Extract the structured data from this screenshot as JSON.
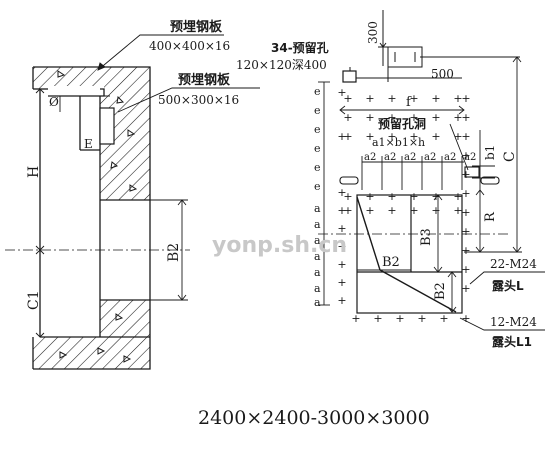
{
  "section": {
    "plate_top_name": "预埋钢板",
    "plate_top_size": "400×400×16",
    "plate_side_name": "预埋钢板",
    "plate_side_size": "500×300×16",
    "dim_H": "H",
    "dim_E": "E",
    "dim_phi": "Ø",
    "dim_C1": "C1",
    "dim_B2": "B2"
  },
  "plan": {
    "hole_title": "34-预留孔",
    "hole_size": "120×120深400",
    "dim_300": "300",
    "dim_500": "500",
    "dim_f": "f",
    "hole2_title": "预留孔洞",
    "hole2_size": "a1×b1×h",
    "a2_labels": [
      "a2",
      "a2",
      "a2",
      "a2",
      "a2",
      "a2"
    ],
    "dim_b1": "b1",
    "dim_C": "C",
    "dim_R": "R",
    "dim_B3": "B3",
    "dim_B2": "B2",
    "dim_B2v": "B2",
    "side_e_labels": [
      "e",
      "e",
      "e",
      "e",
      "e",
      "e"
    ],
    "side_a_labels": [
      "a",
      "a",
      "a",
      "a",
      "a",
      "a",
      "a"
    ],
    "bolt1_count": "22-M24",
    "bolt1_note": "露头L",
    "bolt2_count": "12-M24",
    "bolt2_note": "露头L1"
  },
  "watermark": "yonp.sh.cn",
  "caption": "2400×2400-3000×3000"
}
